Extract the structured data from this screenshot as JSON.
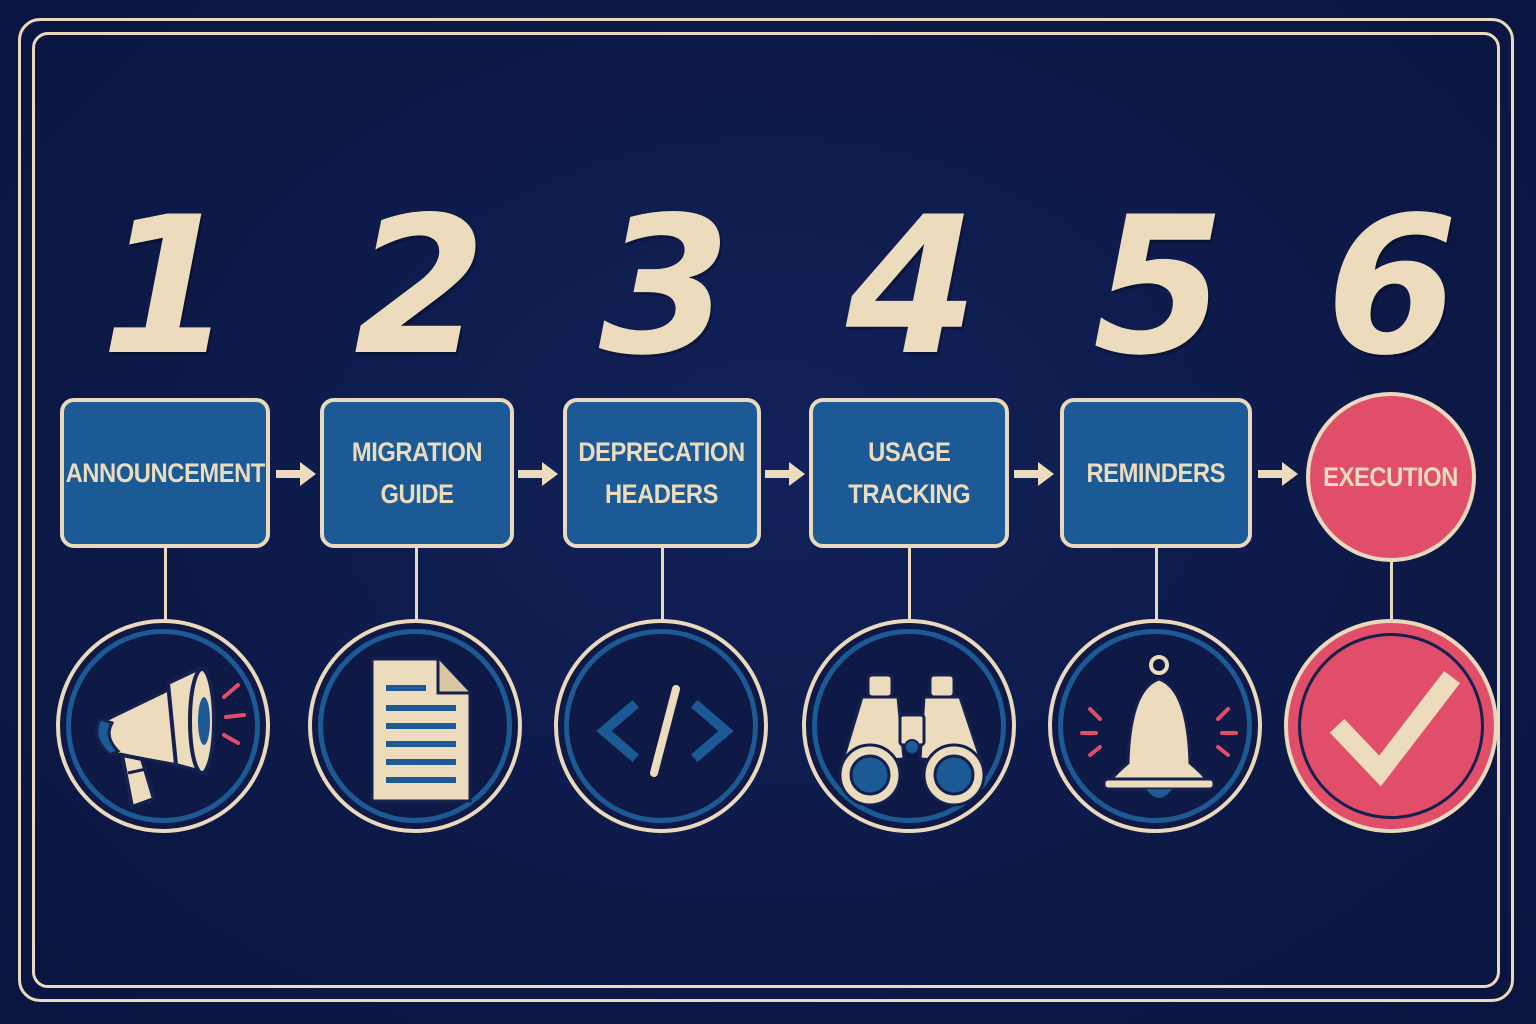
{
  "colors": {
    "background": "#0e1a45",
    "cream": "#ecdcbd",
    "step_blue": "#1c5a96",
    "final_red": "#e14e6a"
  },
  "steps": [
    {
      "number": "1",
      "label": "ANNOUNCEMENT",
      "icon": "megaphone-icon"
    },
    {
      "number": "2",
      "label": "MIGRATION\nGUIDE",
      "icon": "document-icon"
    },
    {
      "number": "3",
      "label": "DEPRECATION\nHEADERS",
      "icon": "code-icon"
    },
    {
      "number": "4",
      "label": "USAGE\nTRACKING",
      "icon": "binoculars-icon"
    },
    {
      "number": "5",
      "label": "REMINDERS",
      "icon": "bell-icon"
    },
    {
      "number": "6",
      "label": "EXECUTION",
      "icon": "checkmark-icon"
    }
  ]
}
